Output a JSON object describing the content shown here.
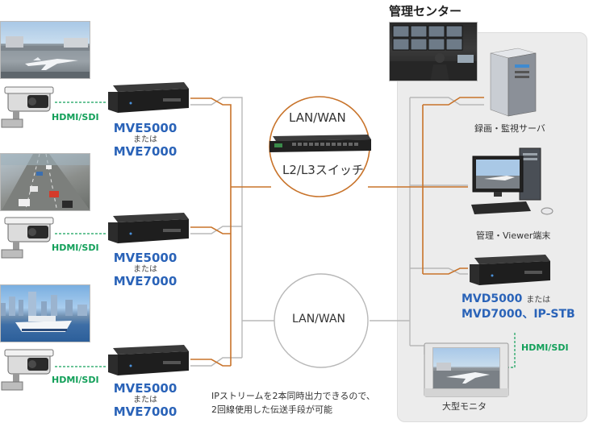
{
  "management_center": {
    "title": "管理センター",
    "server_label": "録画・監視サーバ",
    "terminal_label": "管理・Viewer端末",
    "decoder_label_line1": "MVD5000",
    "decoder_label_or": "または",
    "decoder_label_line2": "MVD7000、IP-STB",
    "hdmi_out_label": "HDMI/SDI",
    "monitor_label": "大型モニタ"
  },
  "encoders": [
    {
      "model_a": "MVE5000",
      "or": "または",
      "model_b": "MVE7000",
      "input_label": "HDMI/SDI"
    },
    {
      "model_a": "MVE5000",
      "or": "または",
      "model_b": "MVE7000",
      "input_label": "HDMI/SDI"
    },
    {
      "model_a": "MVE5000",
      "or": "または",
      "model_b": "MVE7000",
      "input_label": "HDMI/SDI"
    }
  ],
  "network": {
    "primary_label": "LAN/WAN",
    "switch_label": "L2/L3スイッチ",
    "secondary_label": "LAN/WAN"
  },
  "note": {
    "line1": "IPストリームを2本同時出力できるので、",
    "line2": "2回線使用した伝送手段が可能"
  },
  "colors": {
    "model_text": "#2a63b8",
    "hdmi_text": "#13a05a",
    "primary_line": "#c8732a",
    "secondary_line": "#b8b8b8",
    "panel_bg": "#ececec"
  }
}
